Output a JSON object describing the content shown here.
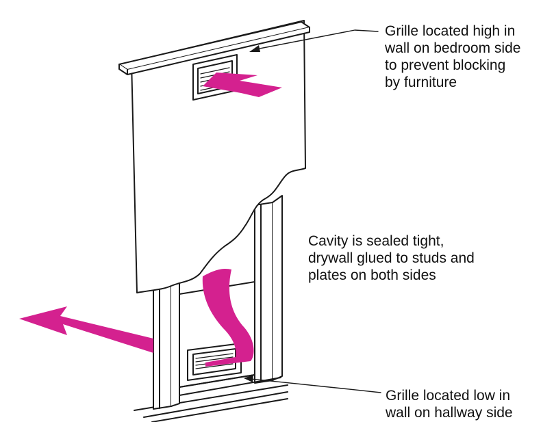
{
  "colors": {
    "airflow": "#d4218f",
    "line": "#1a1a1a",
    "wall": "#ffffff",
    "background": "#ffffff"
  },
  "callouts": {
    "top_grille": [
      "Grille located high in",
      "wall on bedroom side",
      "to prevent blocking",
      "by furniture"
    ],
    "cavity": [
      "Cavity is sealed tight,",
      "drywall glued to studs and",
      "plates on both sides"
    ],
    "bottom_grille": [
      "Grille located low in",
      "wall on hallway side"
    ]
  }
}
